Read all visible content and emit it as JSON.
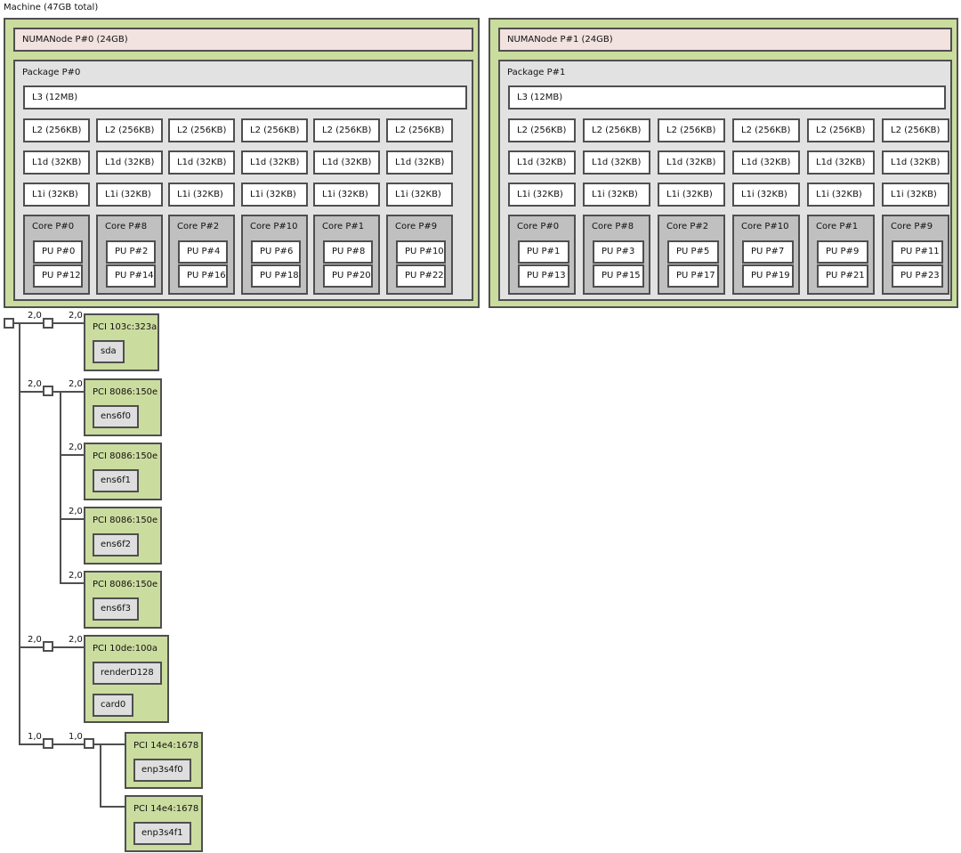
{
  "machine": {
    "label": "Machine (47GB total)"
  },
  "colors": {
    "group_green": "#cbdc9f",
    "numanode_pink": "#f2e2e0",
    "package_gray": "#e2e2e2",
    "core_gray": "#c0c0c0",
    "cache_white": "#ffffff",
    "os_device_gray": "#dedede",
    "border": "#4f4f4f"
  },
  "numa_nodes": [
    {
      "label": "NUMANode P#0 (24GB)",
      "package_label": "Package P#0",
      "l3_label": "L3 (12MB)",
      "l2_labels": [
        "L2 (256KB)",
        "L2 (256KB)",
        "L2 (256KB)",
        "L2 (256KB)",
        "L2 (256KB)",
        "L2 (256KB)"
      ],
      "l1d_labels": [
        "L1d (32KB)",
        "L1d (32KB)",
        "L1d (32KB)",
        "L1d (32KB)",
        "L1d (32KB)",
        "L1d (32KB)"
      ],
      "l1i_labels": [
        "L1i (32KB)",
        "L1i (32KB)",
        "L1i (32KB)",
        "L1i (32KB)",
        "L1i (32KB)",
        "L1i (32KB)"
      ],
      "cores": [
        {
          "label": "Core P#0",
          "pus": [
            "PU P#0",
            "PU P#12"
          ]
        },
        {
          "label": "Core P#8",
          "pus": [
            "PU P#2",
            "PU P#14"
          ]
        },
        {
          "label": "Core P#2",
          "pus": [
            "PU P#4",
            "PU P#16"
          ]
        },
        {
          "label": "Core P#10",
          "pus": [
            "PU P#6",
            "PU P#18"
          ]
        },
        {
          "label": "Core P#1",
          "pus": [
            "PU P#8",
            "PU P#20"
          ]
        },
        {
          "label": "Core P#9",
          "pus": [
            "PU P#10",
            "PU P#22"
          ]
        }
      ]
    },
    {
      "label": "NUMANode P#1 (24GB)",
      "package_label": "Package P#1",
      "l3_label": "L3 (12MB)",
      "l2_labels": [
        "L2 (256KB)",
        "L2 (256KB)",
        "L2 (256KB)",
        "L2 (256KB)",
        "L2 (256KB)",
        "L2 (256KB)"
      ],
      "l1d_labels": [
        "L1d (32KB)",
        "L1d (32KB)",
        "L1d (32KB)",
        "L1d (32KB)",
        "L1d (32KB)",
        "L1d (32KB)"
      ],
      "l1i_labels": [
        "L1i (32KB)",
        "L1i (32KB)",
        "L1i (32KB)",
        "L1i (32KB)",
        "L1i (32KB)",
        "L1i (32KB)"
      ],
      "cores": [
        {
          "label": "Core P#0",
          "pus": [
            "PU P#1",
            "PU P#13"
          ]
        },
        {
          "label": "Core P#8",
          "pus": [
            "PU P#3",
            "PU P#15"
          ]
        },
        {
          "label": "Core P#2",
          "pus": [
            "PU P#5",
            "PU P#17"
          ]
        },
        {
          "label": "Core P#10",
          "pus": [
            "PU P#7",
            "PU P#19"
          ]
        },
        {
          "label": "Core P#1",
          "pus": [
            "PU P#9",
            "PU P#21"
          ]
        },
        {
          "label": "Core P#9",
          "pus": [
            "PU P#11",
            "PU P#23"
          ]
        }
      ]
    }
  ],
  "pci": {
    "boxes": [
      {
        "label": "PCI 103c:323a",
        "devices": [
          "sda"
        ]
      },
      {
        "label": "PCI 8086:150e",
        "devices": [
          "ens6f0"
        ]
      },
      {
        "label": "PCI 8086:150e",
        "devices": [
          "ens6f1"
        ]
      },
      {
        "label": "PCI 8086:150e",
        "devices": [
          "ens6f2"
        ]
      },
      {
        "label": "PCI 8086:150e",
        "devices": [
          "ens6f3"
        ]
      },
      {
        "label": "PCI 10de:100a",
        "devices": [
          "renderD128",
          "card0"
        ]
      },
      {
        "label": "PCI 14e4:1678",
        "devices": [
          "enp3s4f0"
        ]
      },
      {
        "label": "PCI 14e4:1678",
        "devices": [
          "enp3s4f1"
        ]
      }
    ],
    "link_labels": [
      "2,0",
      "2,0",
      "2,0",
      "2,0",
      "2,0",
      "2,0",
      "2,0",
      "2,0",
      "2,0",
      "1,0",
      "1,0"
    ]
  }
}
